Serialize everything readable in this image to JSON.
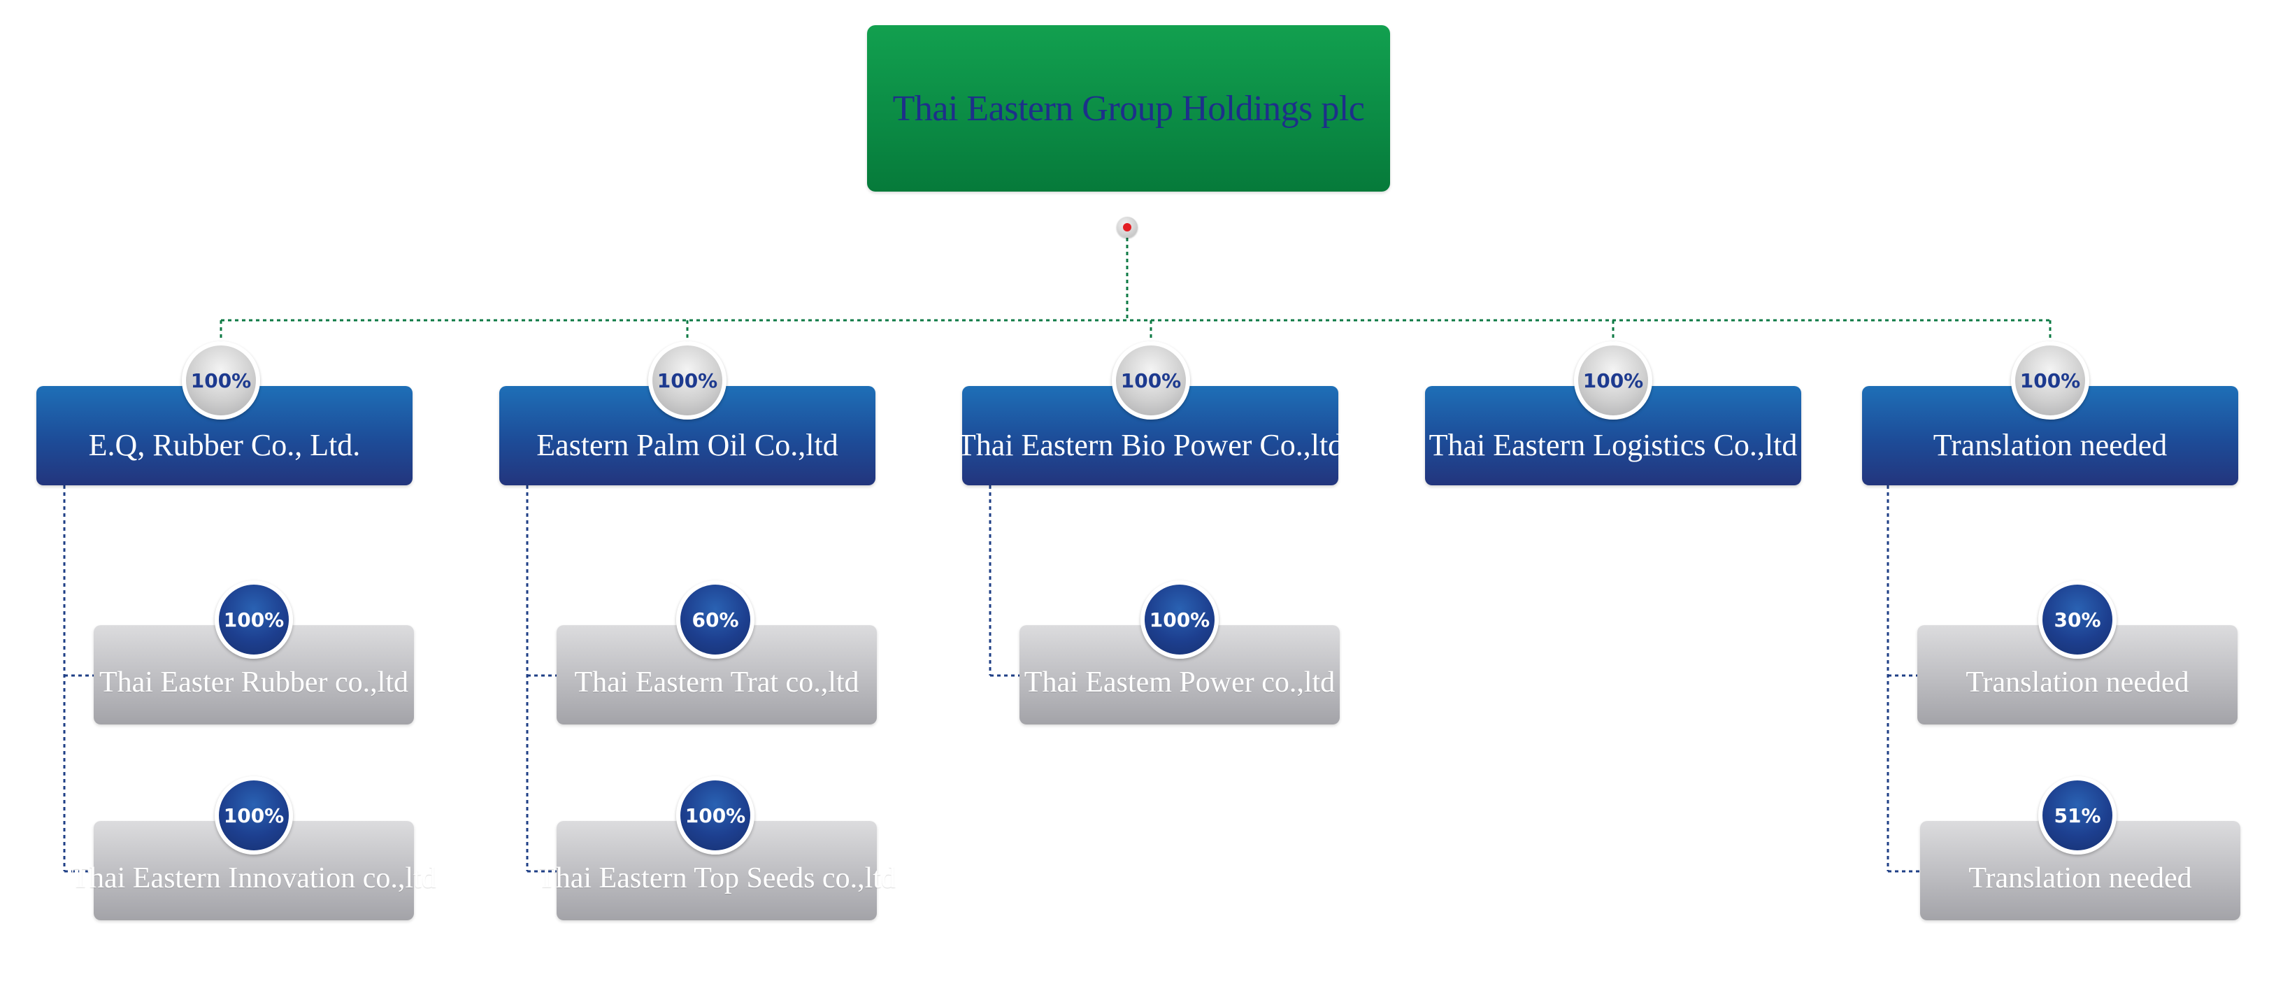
{
  "root": {
    "label": "Thai Eastern Group Holdings plc"
  },
  "companies": [
    {
      "label": "E.Q, Rubber Co., Ltd.",
      "share": "100%"
    },
    {
      "label": "Eastern Palm Oil Co.,ltd",
      "share": "100%"
    },
    {
      "label": "Thai Eastern Bio Power Co.,ltd",
      "share": "100%"
    },
    {
      "label": "Thai Eastern Logistics Co.,ltd",
      "share": "100%"
    },
    {
      "label": "Translation needed",
      "share": "100%"
    }
  ],
  "subsidiaries": [
    {
      "label": "Thai Easter Rubber co.,ltd",
      "share": "100%"
    },
    {
      "label": "Thai Eastern Innovation co.,ltd",
      "share": "100%"
    },
    {
      "label": "Thai Eastern Trat co.,ltd",
      "share": "60%"
    },
    {
      "label": "Thai Eastern Top Seeds co.,ltd",
      "share": "100%"
    },
    {
      "label": "Thai Eastem Power co.,ltd",
      "share": "100%"
    },
    {
      "label": "Translation needed",
      "share": "30%"
    },
    {
      "label": "Translation needed",
      "share": "51%"
    }
  ],
  "colors": {
    "root_fill": "#0b8c45",
    "company_fill": "#1d4c98",
    "subsidiary_fill": "#bdbdc1",
    "connector_green": "#0e7a44",
    "connector_navy": "#1f3f86",
    "hub_dot": "#e31e24"
  }
}
